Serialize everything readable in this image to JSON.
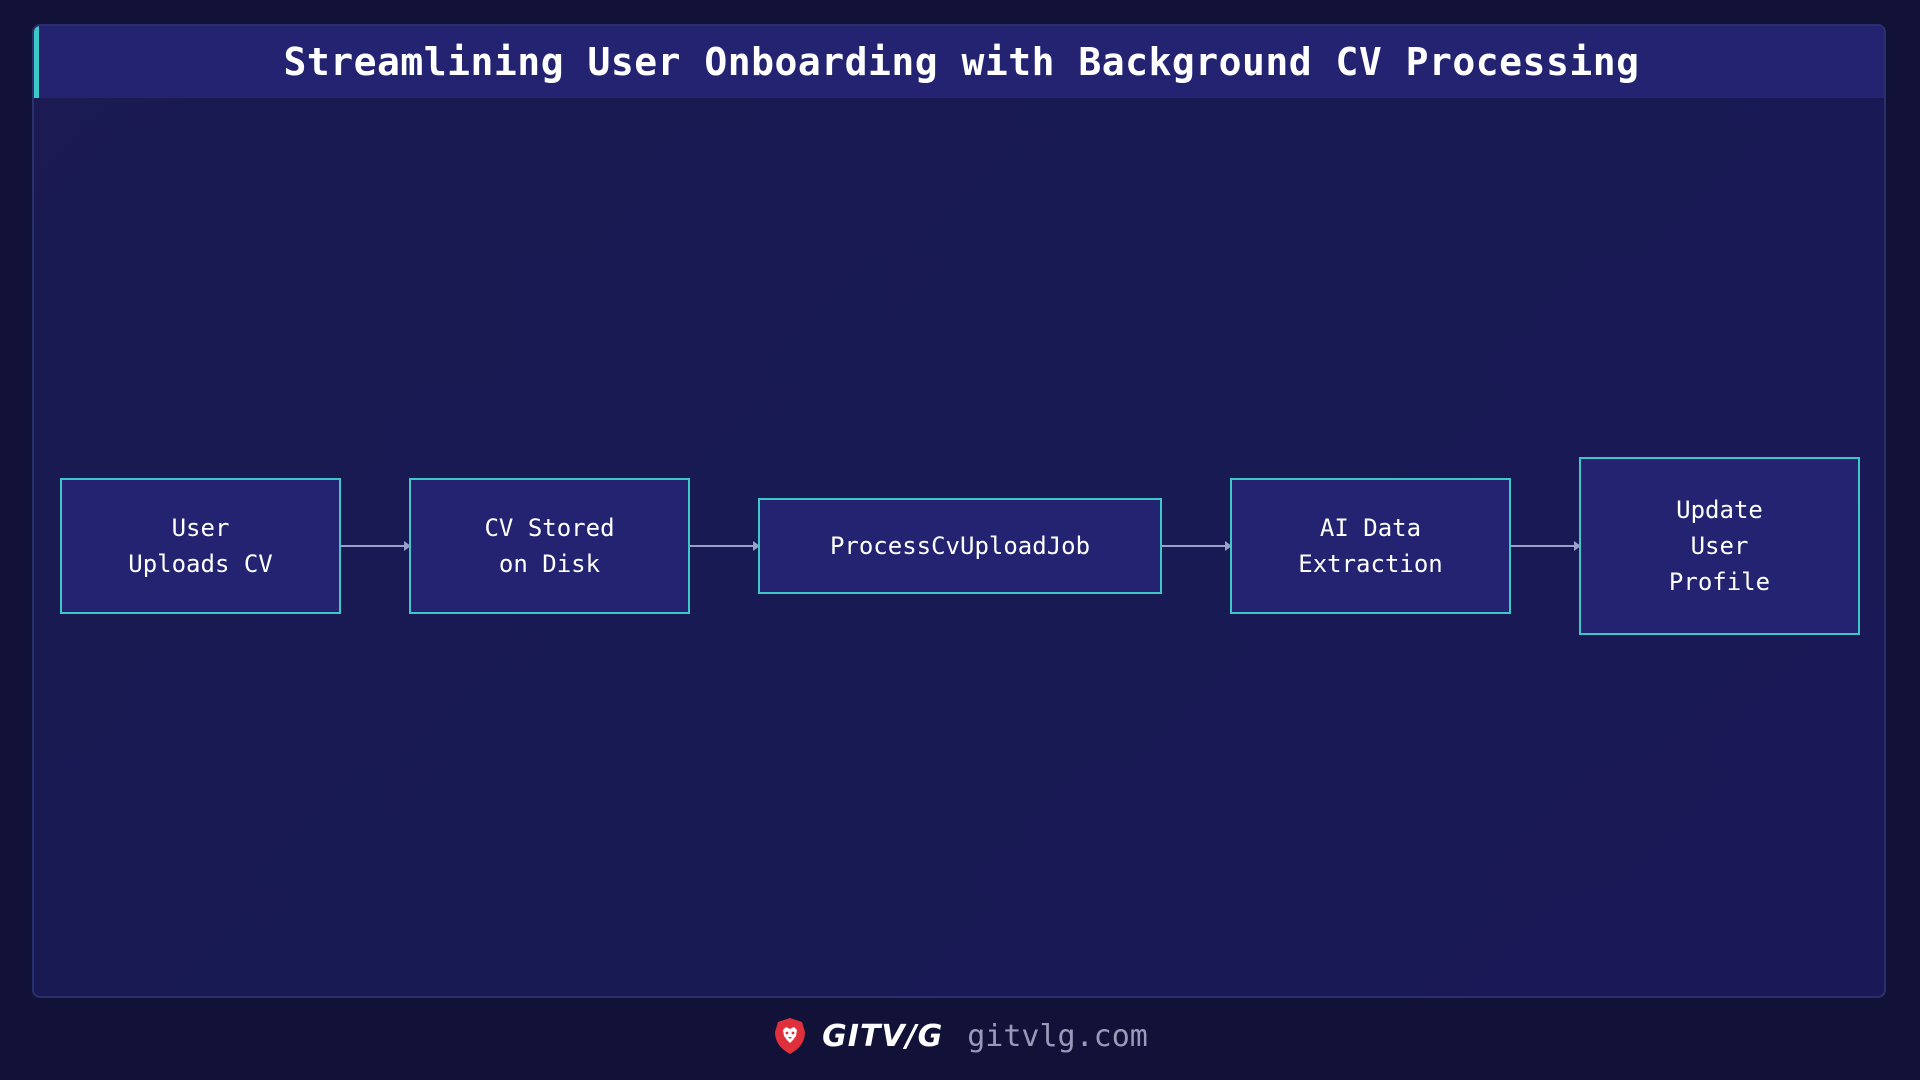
{
  "title": "Streamlining User Onboarding with Background CV Processing",
  "nodes": [
    {
      "label": "User\nUploads CV"
    },
    {
      "label": "CV Stored\non Disk"
    },
    {
      "label": "ProcessCvUploadJob"
    },
    {
      "label": "AI Data\nExtraction"
    },
    {
      "label": "Update\nUser\nProfile"
    }
  ],
  "footer": {
    "brand": "GITV/G",
    "site": "gitvlg.com",
    "logo_icon": "lion-shield-icon"
  },
  "colors": {
    "node_border": "#3ec7c7",
    "node_fill": "#232372",
    "background": "#121238",
    "arrow": "#9aa0c8",
    "logo": "#e0303c"
  }
}
